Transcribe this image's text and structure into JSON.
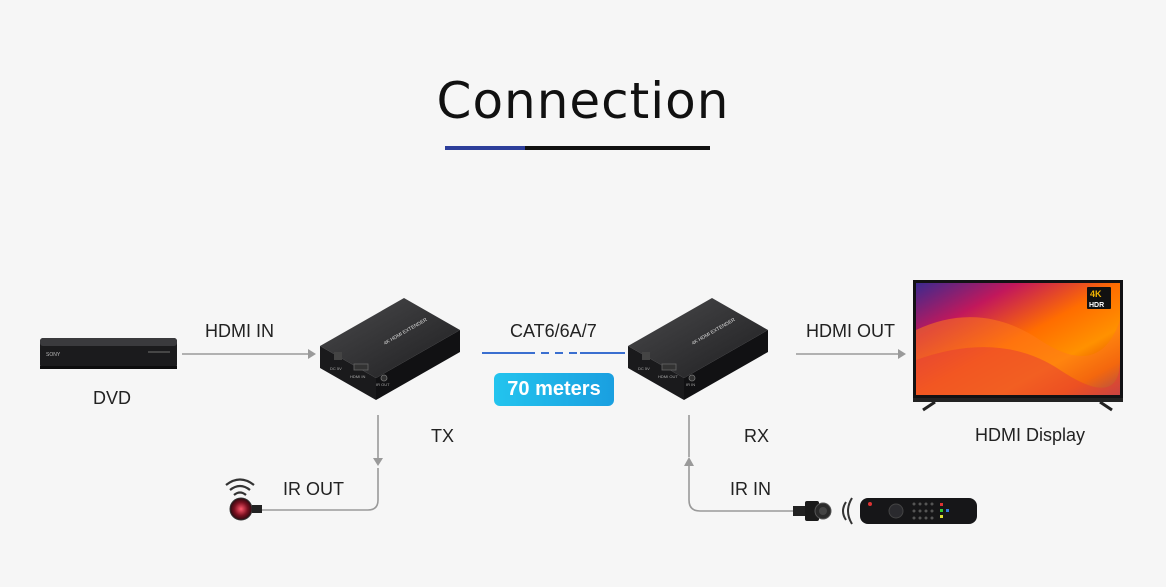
{
  "title": "Connection",
  "colors": {
    "accent_blue": "#2d3e9a",
    "cable_blue": "#3a6fd0",
    "badge": "#1aaee8"
  },
  "labels": {
    "hdmi_in": "HDMI IN",
    "dvd": "DVD",
    "cable": "CAT6/6A/7",
    "distance": "70 meters",
    "tx": "TX",
    "rx": "RX",
    "hdmi_out": "HDMI OUT",
    "hdmi_display": "HDMI Display",
    "ir_out": "IR OUT",
    "ir_in": "IR IN"
  },
  "devices": {
    "dvd_brand": "SONY",
    "extender_label": "4K HDMI EXTENDER",
    "ports_tx": [
      "DC 5V",
      "HDMI IN",
      "IR OUT"
    ],
    "ports_rx": [
      "DC 5V",
      "HDMI OUT",
      "IR IN"
    ],
    "tv_badge_top": "4K",
    "tv_badge_bottom": "HDR"
  }
}
